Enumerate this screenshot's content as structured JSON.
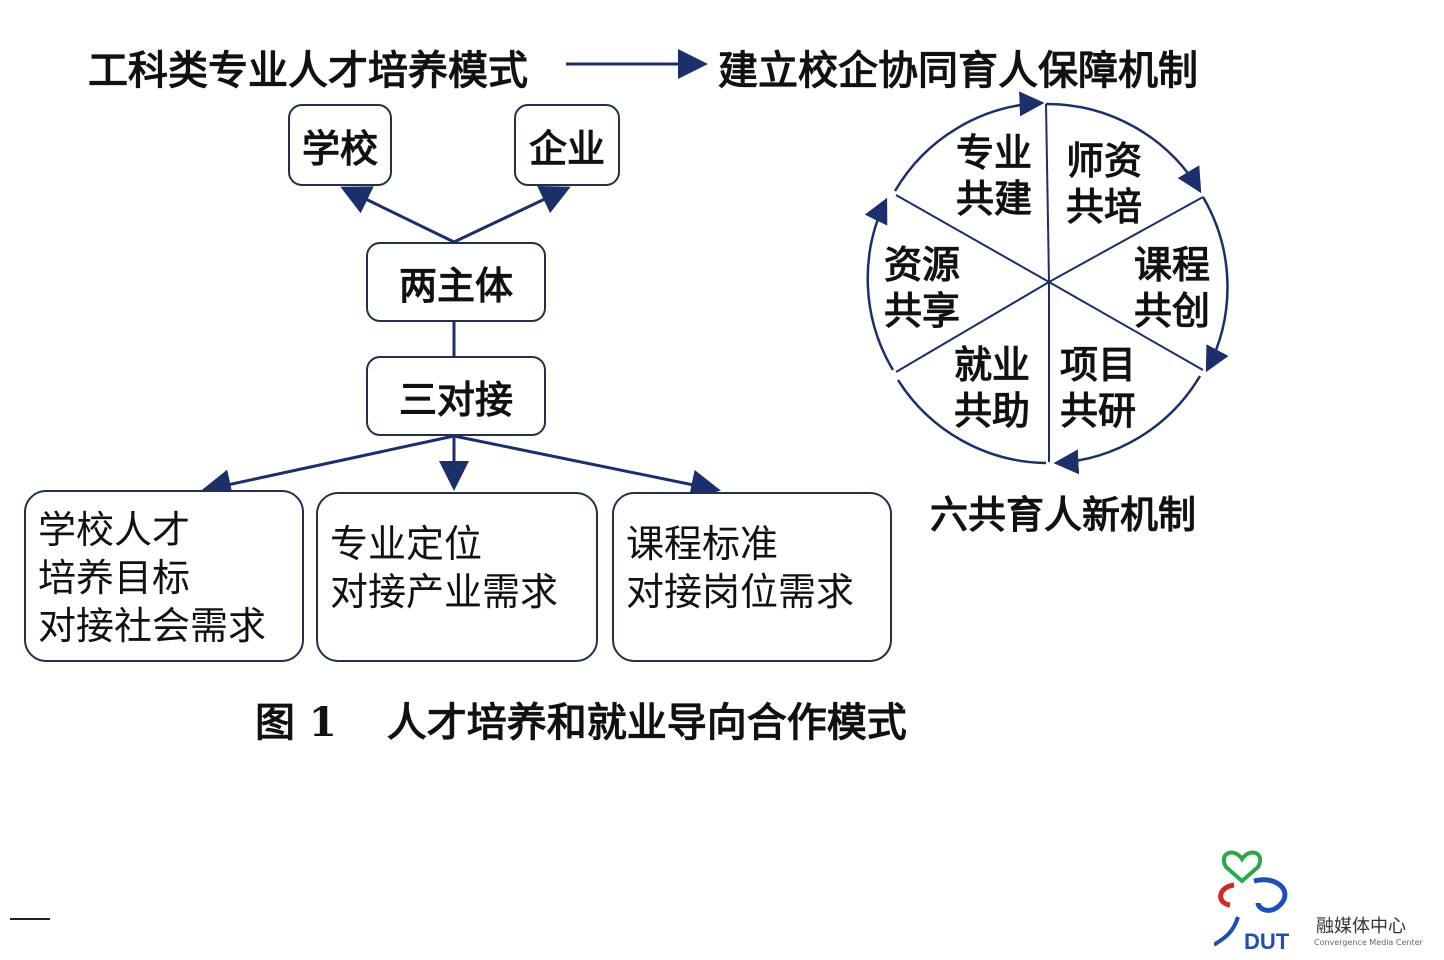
{
  "header": {
    "left_title": "工科类专业人才培养模式",
    "right_title": "建立校企协同育人保障机制"
  },
  "nodes": {
    "school": "学校",
    "enterprise": "企业",
    "two_subjects": "两主体",
    "three_docking": "三对接"
  },
  "docking_boxes": [
    [
      "学校人才",
      "培养目标",
      "对接社会需求"
    ],
    [
      "专业定位",
      "对接产业需求"
    ],
    [
      "课程标准",
      "对接岗位需求"
    ]
  ],
  "cycle": {
    "title": "六共育人新机制",
    "segments": [
      [
        "专业",
        "共建"
      ],
      [
        "师资",
        "共培"
      ],
      [
        "课程",
        "共创"
      ],
      [
        "项目",
        "共研"
      ],
      [
        "就业",
        "共助"
      ],
      [
        "资源",
        "共享"
      ]
    ]
  },
  "caption": {
    "number": "图 1",
    "text": "人才培养和就业导向合作模式"
  },
  "logo": {
    "brand": "DUT",
    "name": "融媒体中心",
    "sub": "Convergence Media Center"
  },
  "colors": {
    "line": "#22304a",
    "arrow": "#1c2f6b"
  }
}
